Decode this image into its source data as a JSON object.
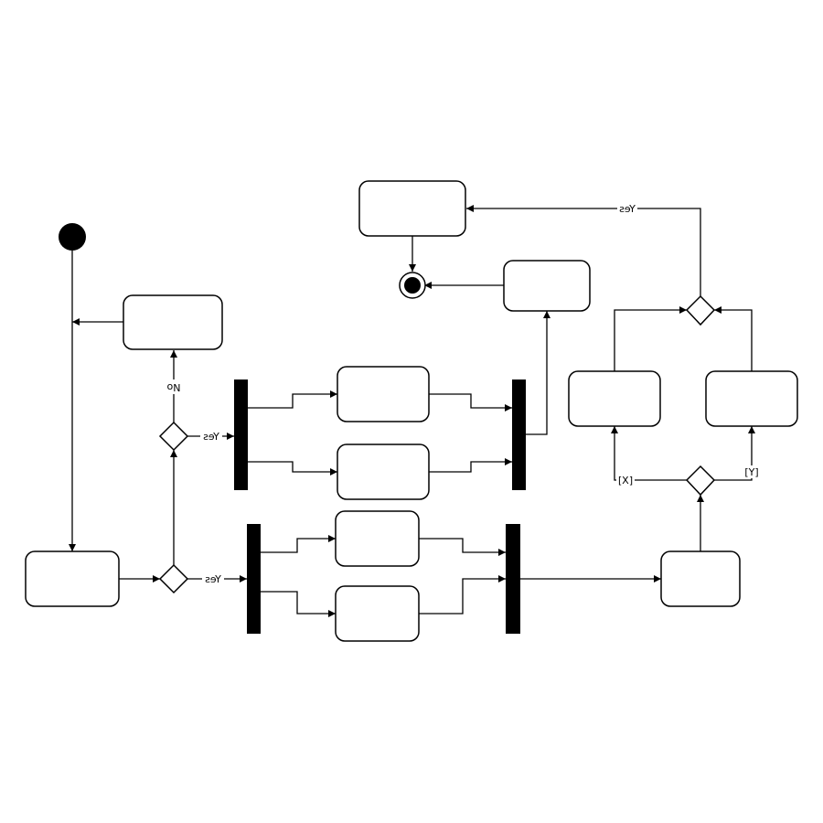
{
  "diagram": {
    "type": "UML activity diagram",
    "labels": {
      "yes_top_right": "Yes",
      "no_decision": "No",
      "yes_decision_upper": "Yes",
      "yes_decision_lower": "Yes",
      "branch_x": "[X]",
      "branch_y": "[Y]"
    },
    "colors": {
      "stroke": "#000000",
      "fill": "#ffffff",
      "background": "#ffffff"
    }
  }
}
